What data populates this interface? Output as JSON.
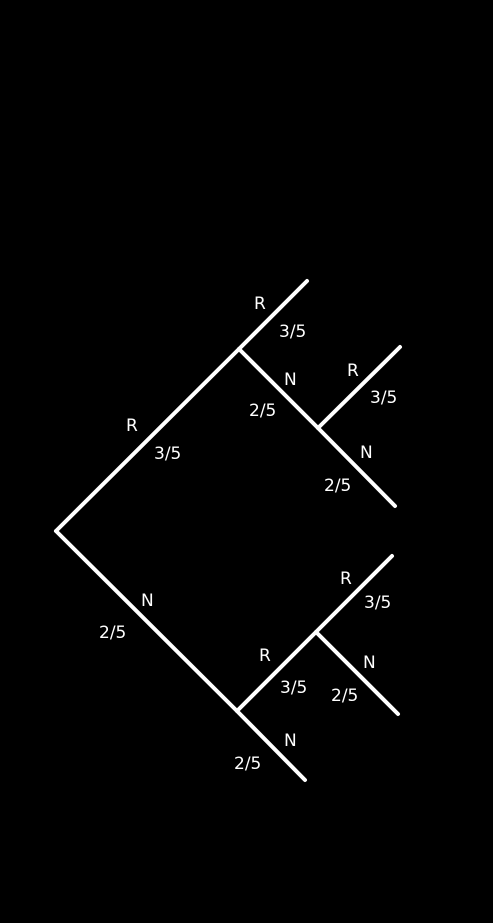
{
  "colors": {
    "background": "#000000",
    "lines": "#ffffff",
    "text": "#ffffff"
  },
  "tree": {
    "root": {
      "branches": [
        {
          "outcome": "R",
          "probability": "3/5",
          "branches": [
            {
              "outcome": "R",
              "probability": "3/5"
            },
            {
              "outcome": "N",
              "probability": "2/5",
              "branches": [
                {
                  "outcome": "R",
                  "probability": "3/5"
                },
                {
                  "outcome": "N",
                  "probability": "2/5"
                }
              ]
            }
          ]
        },
        {
          "outcome": "N",
          "probability": "2/5",
          "branches": [
            {
              "outcome": "R",
              "probability": "3/5",
              "branches": [
                {
                  "outcome": "R",
                  "probability": "3/5"
                },
                {
                  "outcome": "N",
                  "probability": "2/5"
                }
              ]
            },
            {
              "outcome": "N",
              "probability": "2/5"
            }
          ]
        }
      ]
    }
  }
}
